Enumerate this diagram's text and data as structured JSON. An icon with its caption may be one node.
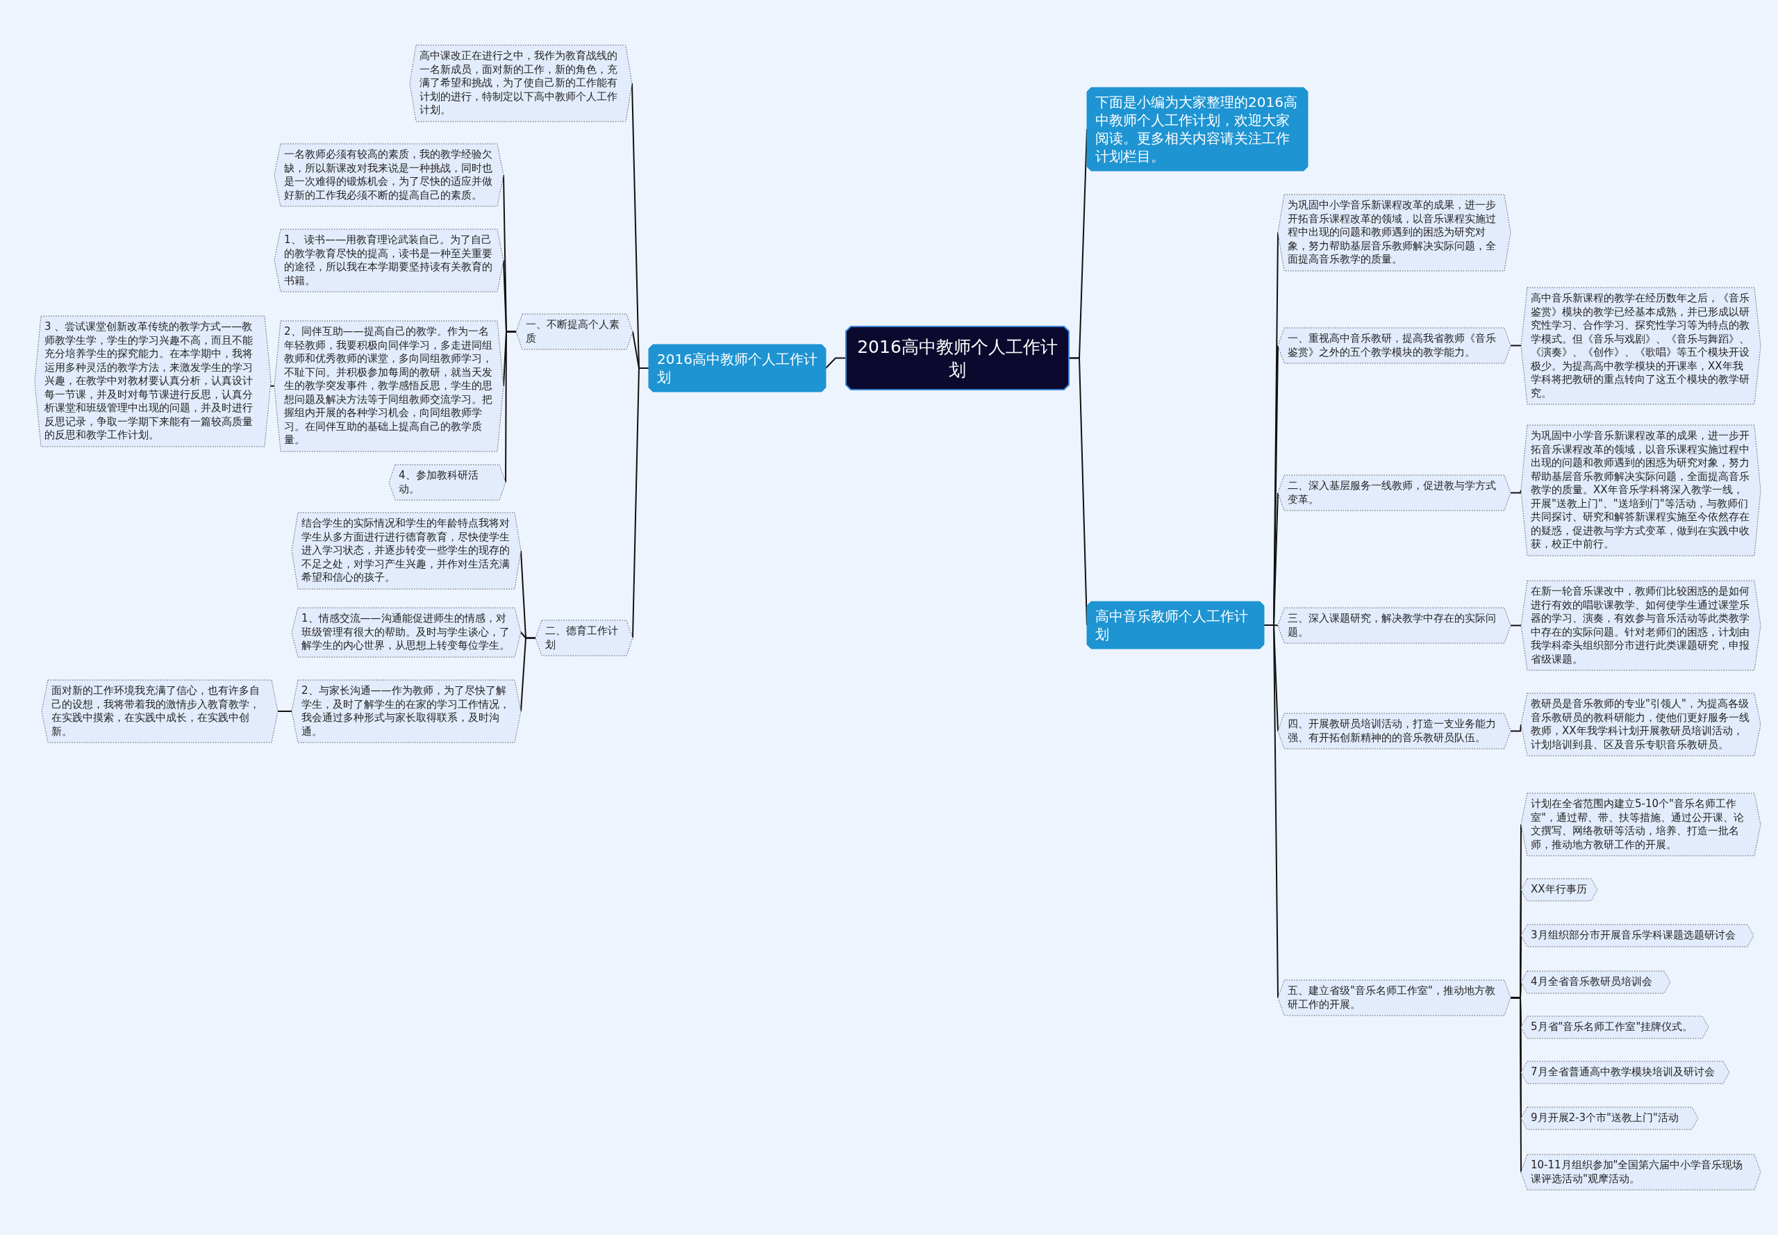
{
  "diagram": {
    "nodes": [
      {
        "text": [
          "2016高中教师个人工作计划"
        ]
      },
      {
        "text": [
          "2016高中教师个人工作计划"
        ]
      },
      {
        "text": [
          "高中课改正在进行之中，我作为教育战线的一名新成员，面对新的工作，新的角色，充满了希望和挑战，为了使自己新的工作能有计划的进行，特制定以下高中教师个人工作计划。"
        ]
      },
      {
        "text": [
          "一、不断提高个人素质"
        ]
      },
      {
        "text": [
          "一名教师必须有较高的素质，我的教学经验欠缺，所以新课改对我来说是一种挑战，同时也是一次难得的锻炼机会，为了尽快的适应并做好新的工作我必须不断的提高自己的素质。"
        ]
      },
      {
        "text": [
          "1、 读书——用教育理论武装自己。为了自己的教学教育尽快的提高，读书是一种至关重要的途径，所以我在本学期要坚持读有关教育的书籍。"
        ]
      },
      {
        "text": [
          "2、同伴互助——提高自己的教学。作为一名年轻教师，我要积极向同伴学习，多走进同组教师和优秀教师的课堂，多向同组教师学习，不耻下问。并积极参加每周的教研，就当天发生的教学突发事件，教学感悟反思，学生的思想问题及解决方法等于同组教师交流学习。把握组内开展的各种学习机会，向同组教师学习。在同伴互助的基础上提高自己的教学质量。"
        ]
      },
      {
        "text": [
          "3 、尝试课堂创新改革传统的教学方式——教师教学生学，学生的学习兴趣不高，而且不能充分培养学生的探究能力。在本学期中，我将运用多种灵活的教学方法，来激发学生的学习兴趣，在教学中对教材要认真分析，认真设计每一节课，并及时对每节课进行反思，认真分析课堂和班级管理中出现的问题，并及时进行反思记录，争取一学期下来能有一篇较高质量的反思和教学工作计划。"
        ]
      },
      {
        "text": [
          "4、参加教科研活动。"
        ]
      },
      {
        "text": [
          "二、德育工作计划"
        ]
      },
      {
        "text": [
          "结合学生的实际情况和学生的年龄特点我将对学生从多方面进行进行德育教育，尽快使学生进入学习状态，并逐步转变一些学生的现存的不足之处，对学习产生兴趣，并作对生活充满希望和信心的孩子。"
        ]
      },
      {
        "text": [
          "1、情感交流——沟通能促进师生的情感，对班级管理有很大的帮助。及时与学生谈心，了解学生的内心世界，从思想上转变每位学生。"
        ]
      },
      {
        "text": [
          "2、与家长沟通——作为教师，为了尽快了解学生，及时了解学生的在家的学习工作情况，我会通过多种形式与家长取得联系，及时沟通。"
        ]
      },
      {
        "text": [
          "面对新的工作环境我充满了信心，也有许多自己的设想，我将带着我的激情步入教育教学，在实践中摸索，在实践中成长，在实践中创新。"
        ]
      },
      {
        "text": [
          "下面是小编为大家整理的2016高中教师个人工作计划，欢迎大家阅读。更多相关内容请关注工作计划栏目。"
        ]
      },
      {
        "text": [
          "高中音乐教师个人工作计划"
        ]
      },
      {
        "text": [
          "为巩固中小学音乐新课程改革的成果，进一步开拓音乐课程改革的领域，以音乐课程实施过程中出现的问题和教师遇到的困惑为研究对象，努力帮助基层音乐教师解决实际问题，全面提高音乐教学的质量。"
        ]
      },
      {
        "text": [
          "一、重视高中音乐教研，提高我省教师《音乐鉴赏》之外的五个教学模块的教学能力。"
        ]
      },
      {
        "text": [
          "高中音乐新课程的教学在经历数年之后，《音乐鉴赏》模块的教学已经基本成熟，并已形成以研究性学习、合作学习、探究性学习等为特点的教学模式。但《音乐与戏剧》、《音乐与舞蹈》、《演奏》、《创作》、《歌唱》等五个模块开设极少。为提高高中教学模块的开课率，XX年我学科将把教研的重点转向了这五个模块的教学研究。"
        ]
      },
      {
        "text": [
          "二、深入基层服务一线教师，促进教与学方式变革。"
        ]
      },
      {
        "text": [
          "为巩固中小学音乐新课程改革的成果，进一步开拓音乐课程改革的领域，以音乐课程实施过程中出现的问题和教师遇到的困惑为研究对象，努力帮助基层音乐教师解决实际问题，全面提高音乐教学的质量。XX年音乐学科将深入教学一线，开展\"送教上门\"、\"送培到门\"等活动，与教师们共同探讨、研究和解答新课程实施至今依然存在的疑惑，促进教与学方式变革，做到在实践中收获，校正中前行。"
        ]
      },
      {
        "text": [
          "三、深入课题研究，解决教学中存在的实际问题。"
        ]
      },
      {
        "text": [
          "在新一轮音乐课改中，教师们比较困惑的是如何进行有效的唱歌课教学、如何使学生通过课堂乐器的学习、演奏，有效参与音乐活动等此类教学中存在的实际问题。针对老师们的困惑，计划由我学科牵头组织部分市进行此类课题研究，申报省级课题。"
        ]
      },
      {
        "text": [
          "四、开展教研员培训活动，打造一支业务能力强、有开拓创新精神的的音乐教研员队伍。"
        ]
      },
      {
        "text": [
          "教研员是音乐教师的专业\"引领人\"，为提高各级音乐教研员的教科研能力，使他们更好服务一线教师，XX年我学科计划开展教研员培训活动，计划培训到县、区及音乐专职音乐教研员。"
        ]
      },
      {
        "text": [
          "五、建立省级\"音乐名师工作室\"，推动地方教研工作的开展。"
        ]
      },
      {
        "text": [
          "计划在全省范围内建立5-10个\"音乐名师工作室\"，通过帮、带、扶等措施、通过公开课、论文撰写、网络教研等活动，培养、打造一批名师，推动地方教研工作的开展。"
        ]
      },
      {
        "text": [
          "XX年行事历"
        ]
      },
      {
        "text": [
          "3月组织部分市开展音乐学科课题选题研讨会"
        ]
      },
      {
        "text": [
          "4月全省音乐教研员培训会"
        ]
      },
      {
        "text": [
          "5月省\"音乐名师工作室\"挂牌仪式。"
        ]
      },
      {
        "text": [
          "7月全省普通高中教学模块培训及研讨会"
        ]
      },
      {
        "text": [
          "9月开展2-3个市\"送教上门\"活动"
        ]
      },
      {
        "text": [
          "10-11月组织参加\"全国第六届中小学音乐现场课评选活动\"观摩活动。"
        ]
      }
    ],
    "edges": [
      {
        "from": 0,
        "to": 1,
        "arrow": "none"
      },
      {
        "from": 0,
        "to": 14,
        "arrow": "none"
      },
      {
        "from": 0,
        "to": 15,
        "arrow": "none"
      },
      {
        "from": 1,
        "to": 2,
        "arrow": "none"
      },
      {
        "from": 1,
        "to": 3,
        "arrow": "none"
      },
      {
        "from": 1,
        "to": 9,
        "arrow": "none"
      },
      {
        "from": 3,
        "to": 4,
        "arrow": "none"
      },
      {
        "from": 3,
        "to": 5,
        "arrow": "none"
      },
      {
        "from": 3,
        "to": 6,
        "arrow": "none"
      },
      {
        "from": 3,
        "to": 8,
        "arrow": "none"
      },
      {
        "from": 6,
        "to": 7,
        "arrow": "none"
      },
      {
        "from": 9,
        "to": 10,
        "arrow": "none"
      },
      {
        "from": 9,
        "to": 11,
        "arrow": "none"
      },
      {
        "from": 9,
        "to": 12,
        "arrow": "none"
      },
      {
        "from": 12,
        "to": 13,
        "arrow": "none"
      },
      {
        "from": 15,
        "to": 16,
        "arrow": "none"
      },
      {
        "from": 15,
        "to": 17,
        "arrow": "none"
      },
      {
        "from": 17,
        "to": 18,
        "arrow": "none"
      },
      {
        "from": 15,
        "to": 19,
        "arrow": "none"
      },
      {
        "from": 19,
        "to": 20,
        "arrow": "none"
      },
      {
        "from": 15,
        "to": 21,
        "arrow": "none"
      },
      {
        "from": 21,
        "to": 22,
        "arrow": "none"
      },
      {
        "from": 15,
        "to": 23,
        "arrow": "none"
      },
      {
        "from": 23,
        "to": 24,
        "arrow": "none"
      },
      {
        "from": 15,
        "to": 25,
        "arrow": "none"
      },
      {
        "from": 25,
        "to": 26,
        "arrow": "none"
      },
      {
        "from": 25,
        "to": 27,
        "arrow": "none"
      },
      {
        "from": 25,
        "to": 28,
        "arrow": "none"
      },
      {
        "from": 25,
        "to": 29,
        "arrow": "none"
      },
      {
        "from": 25,
        "to": 30,
        "arrow": "none"
      },
      {
        "from": 25,
        "to": 31,
        "arrow": "none"
      },
      {
        "from": 25,
        "to": 32,
        "arrow": "none"
      },
      {
        "from": 25,
        "to": 33,
        "arrow": "none"
      }
    ]
  }
}
